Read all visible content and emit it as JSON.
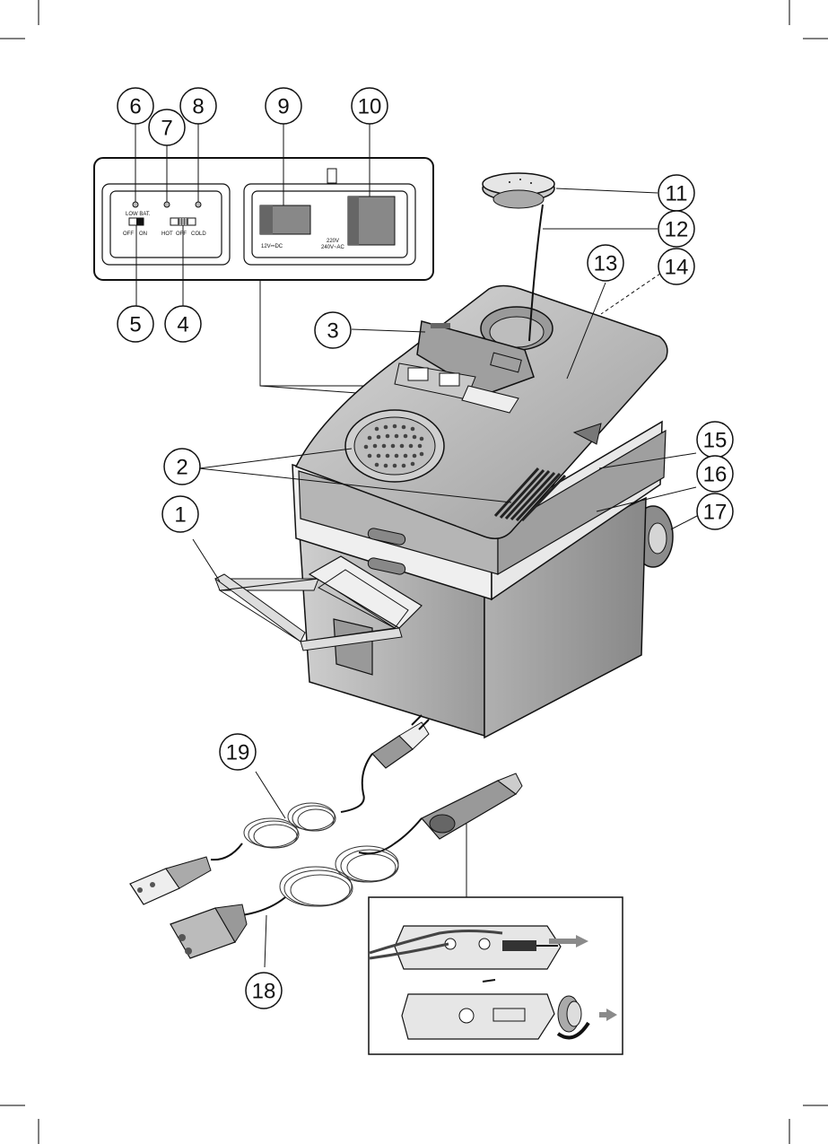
{
  "colors": {
    "body": "#b9b9b9",
    "lid": "#c4c4c4",
    "dark": "#6f6f6f",
    "rim": "#efefef",
    "line": "#1a1a1a",
    "arrow": "#8a8a8a"
  },
  "panel": {
    "led_label": "LOW BAT.",
    "switch_left_off": "OFF",
    "switch_left_on": "ON",
    "switch_hot": "HOT",
    "switch_off": "OFF",
    "switch_cold": "COLD",
    "dc_label": "12V⎓DC",
    "ac_label_1": "220V",
    "ac_label_2": "240V~AC"
  },
  "callouts": [
    "1",
    "2",
    "3",
    "4",
    "5",
    "6",
    "7",
    "8",
    "9",
    "10",
    "11",
    "12",
    "13",
    "14",
    "15",
    "16",
    "17",
    "18",
    "19"
  ],
  "icons": {
    "arrow": "arrow-right-icon",
    "rotate": "rotate-arrow-icon",
    "screw": "screw-icon"
  }
}
